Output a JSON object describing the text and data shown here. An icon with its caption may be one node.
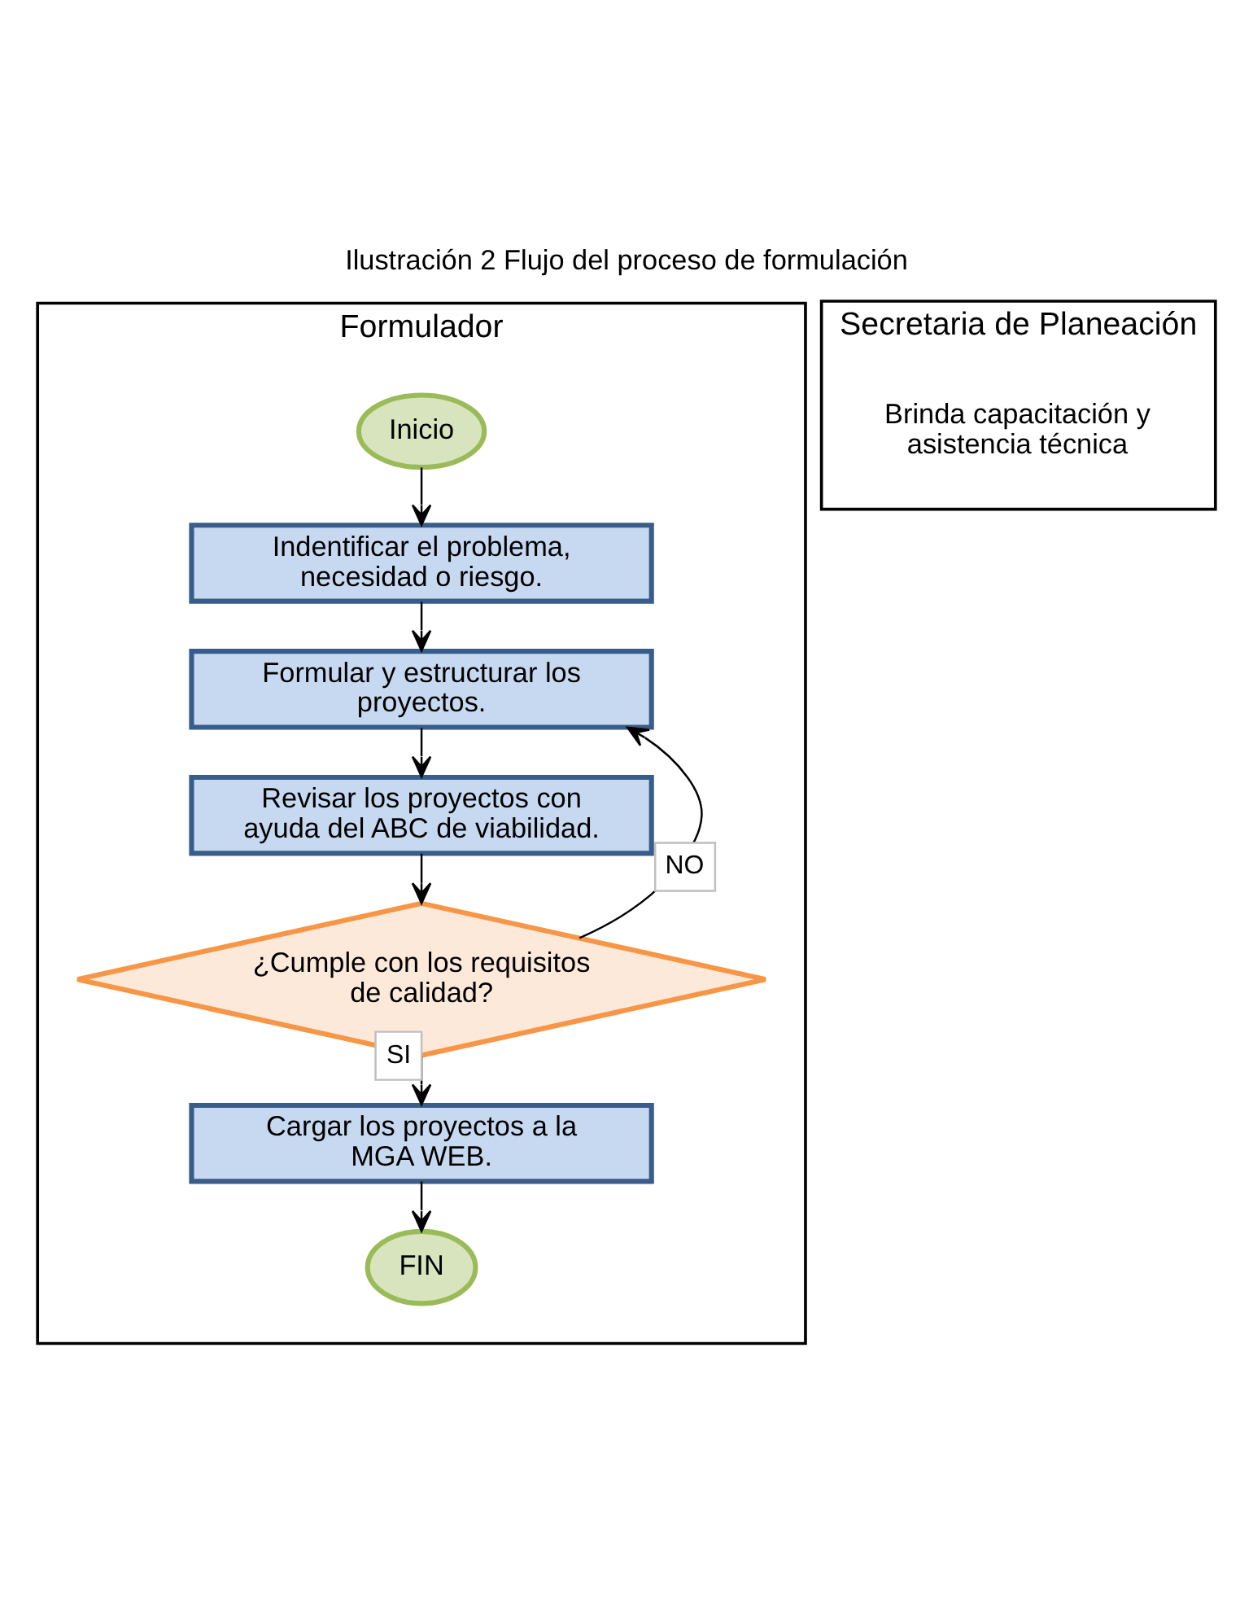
{
  "diagram": {
    "title": "Ilustración 2 Flujo del proceso de formulación",
    "nodes": [
      {
        "text": [
          "Formulador"
        ]
      },
      {
        "text": [
          "Secretaria de Planeación"
        ]
      },
      {
        "text": [
          "Inicio"
        ],
        "in": 0
      },
      {
        "text": [
          "Indentificar el problema, necesidad o riesgo."
        ],
        "in": 0
      },
      {
        "text": [
          "Formular y estructurar los proyectos."
        ],
        "in": 0
      },
      {
        "text": [
          "Revisar los proyectos con ayuda del ABC de viabilidad."
        ],
        "in": 0
      },
      {
        "text": [
          "¿Cumple con los requisitos de calidad?"
        ],
        "in": 0
      },
      {
        "text": [
          "Cargar los proyectos a la MGA WEB."
        ],
        "in": 0
      },
      {
        "text": [
          "FIN"
        ],
        "in": 0
      },
      {
        "text": [
          "Brinda capacitación y asistencia técnica"
        ],
        "in": 1
      }
    ],
    "edges": [
      {
        "from": 2,
        "to": 3,
        "arrow": "to"
      },
      {
        "from": 3,
        "to": 4,
        "arrow": "to"
      },
      {
        "from": 4,
        "to": 5,
        "arrow": "to"
      },
      {
        "from": 5,
        "to": 6,
        "arrow": "to"
      },
      {
        "from": 6,
        "to": 4,
        "arrow": "to",
        "label": "NO"
      },
      {
        "from": 6,
        "to": 7,
        "arrow": "to",
        "label": "SI"
      },
      {
        "from": 7,
        "to": 8,
        "arrow": "to"
      }
    ]
  }
}
